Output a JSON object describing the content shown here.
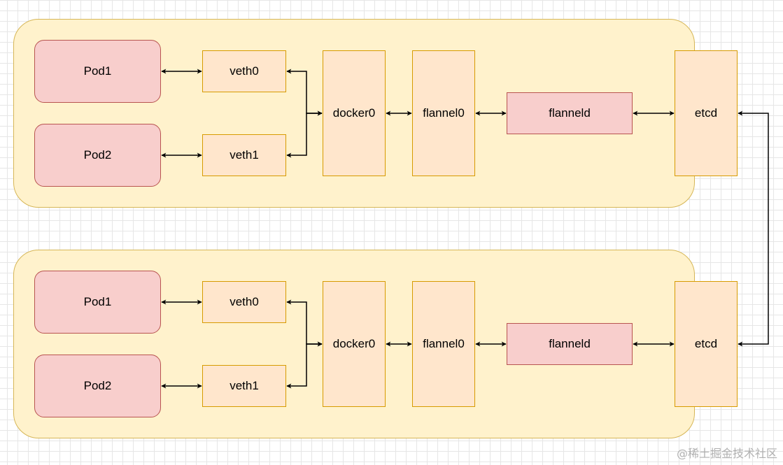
{
  "upper": {
    "pod1": "Pod1",
    "pod2": "Pod2",
    "veth0": "veth0",
    "veth1": "veth1",
    "docker0": "docker0",
    "flannel0": "flannel0",
    "flanneld": "flanneld",
    "etcd": "etcd"
  },
  "lower": {
    "pod1": "Pod1",
    "pod2": "Pod2",
    "veth0": "veth0",
    "veth1": "veth1",
    "docker0": "docker0",
    "flannel0": "flannel0",
    "flanneld": "flanneld",
    "etcd": "etcd"
  },
  "watermark": "@稀土掘金技术社区",
  "colors": {
    "group_fill": "#fff2cc",
    "group_stroke": "#d6b656",
    "red_fill": "#f8cecc",
    "red_stroke": "#b85450",
    "orange_fill": "#ffe6cc",
    "orange_stroke": "#d79b00"
  }
}
